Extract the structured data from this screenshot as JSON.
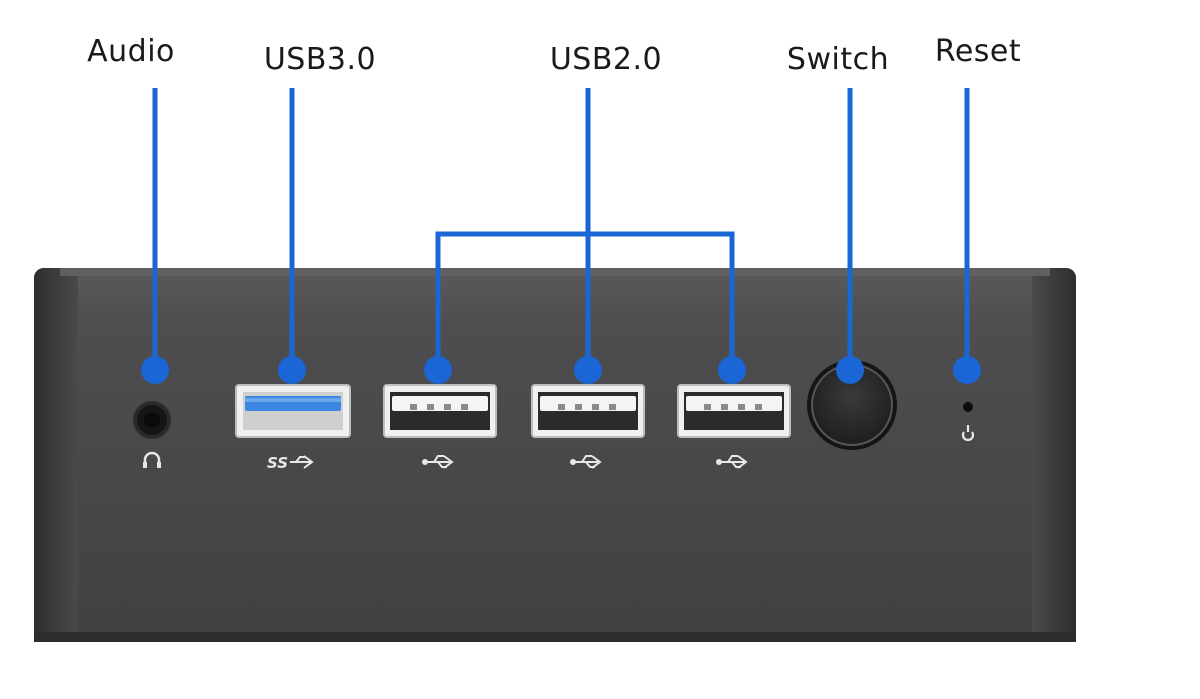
{
  "labels": {
    "audio": "Audio",
    "usb3": "USB3.0",
    "usb2": "USB2.0",
    "switch": "Switch",
    "reset": "Reset"
  },
  "port_marks": {
    "usb3": "SS",
    "usb2": "USB"
  },
  "icons": {
    "audio": "headphone-icon",
    "usb3": "usb-superspeed-icon",
    "usb2": "usb-icon",
    "reset": "reset-pinhole-icon"
  },
  "colors": {
    "callout": "#1a66d6",
    "device_body": "#4e4e50",
    "label_text": "#1a1a1a",
    "usb3_insert": "#3a86e0"
  }
}
